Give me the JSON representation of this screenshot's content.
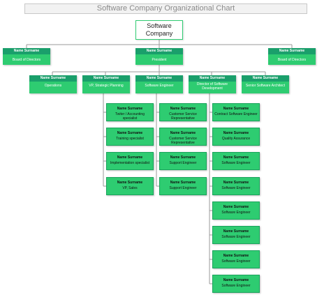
{
  "title": "Software Company Organizational Chart",
  "root": "Software Company",
  "top_level": [
    {
      "name": "Name Surname",
      "role": "Board of Directors"
    },
    {
      "name": "Name Surname",
      "role": "President"
    },
    {
      "name": "Name Surname",
      "role": "Board of Directors"
    }
  ],
  "level2": [
    {
      "name": "Name Surname",
      "role": "Operations"
    },
    {
      "name": "Name Surname",
      "role": "VP, Strategic Planning"
    },
    {
      "name": "Name Surname",
      "role": "Software Engineer"
    },
    {
      "name": "Name Surname",
      "role": "Director of Software Development"
    },
    {
      "name": "Name Surname",
      "role": "Senior Software Architect"
    }
  ],
  "col_vp": [
    {
      "name": "Name Surname",
      "role": "Twiter / Accounting specialist"
    },
    {
      "name": "Name Surname",
      "role": "Training specialist"
    },
    {
      "name": "Name Surname",
      "role": "Implementation specialist"
    },
    {
      "name": "Name Surname",
      "role": "VP, Sales"
    }
  ],
  "col_se": [
    {
      "name": "Name Surname",
      "role": "Customer Service Representative"
    },
    {
      "name": "Name Surname",
      "role": "Customer Service Representative"
    },
    {
      "name": "Name Surname",
      "role": "Support Engineer"
    },
    {
      "name": "Name Surname",
      "role": "Support Engineer"
    }
  ],
  "col_dir": [
    {
      "name": "Name Surname",
      "role": "Contract Software Engineer"
    },
    {
      "name": "Name Surname",
      "role": "Quality Assurance"
    },
    {
      "name": "Name Surname",
      "role": "Software Engineer"
    },
    {
      "name": "Name Surname",
      "role": "Software Engineer"
    },
    {
      "name": "Name Surname",
      "role": "Software Engineer"
    },
    {
      "name": "Name Surname",
      "role": "Software Engineer"
    },
    {
      "name": "Name Surname",
      "role": "Software Engineer"
    },
    {
      "name": "Name Surname",
      "role": "Software Engineer"
    }
  ]
}
